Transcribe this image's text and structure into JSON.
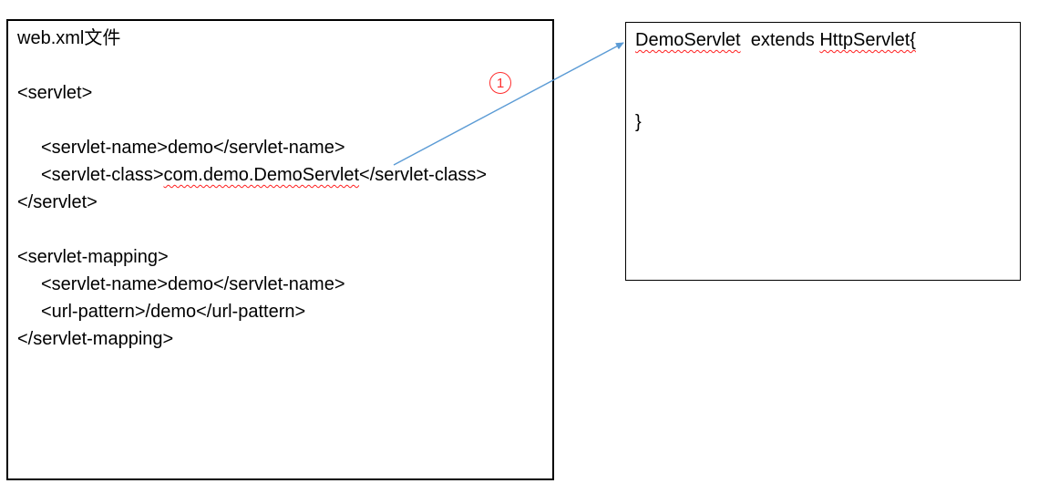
{
  "left_box": {
    "title": "web.xml文件",
    "servlet_open": "<servlet>",
    "servlet_name_line": "<servlet-name>demo</servlet-name>",
    "servlet_class": {
      "prefix": "<servlet-class>",
      "value": "com.demo.DemoServlet",
      "suffix": "</servlet-class>"
    },
    "servlet_close": "</servlet>",
    "mapping_open": "<servlet-mapping>",
    "mapping_servlet_name": "<servlet-name>demo</servlet-name>",
    "url_pattern_line": "<url-pattern>/demo</url-pattern>",
    "mapping_close": "</servlet-mapping>"
  },
  "right_box": {
    "class_name": "DemoServlet",
    "extends_keyword": "  extends ",
    "superclass": "HttpServlet{",
    "closing_brace": "}"
  },
  "annotation": {
    "label": "1",
    "color": "#ff2e2e"
  },
  "arrow": {
    "color": "#5b9bd5"
  },
  "colors": {
    "spellcheck_underline": "#ff1f1f",
    "box_border": "#000000",
    "text": "#000000"
  }
}
